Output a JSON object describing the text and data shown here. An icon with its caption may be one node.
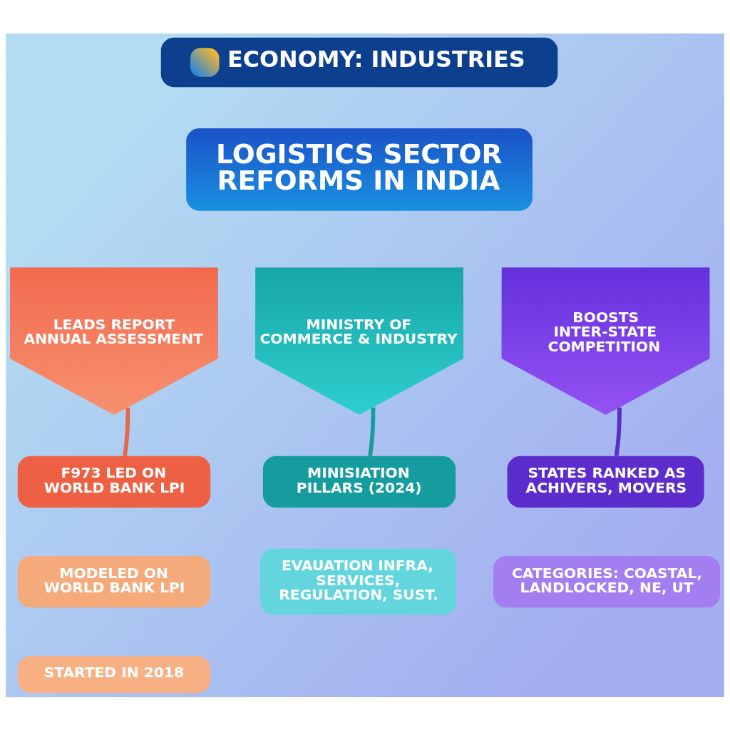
{
  "diagram": {
    "nodes": [
      {
        "text": [
          "ECONOMY: INDUSTRIES"
        ]
      },
      {
        "text": [
          "LOGISTICS SECTOR REFORMS IN INDIA"
        ]
      },
      {
        "text": [
          "LEADS REPORT ANNUAL ASSESSMENT"
        ]
      },
      {
        "text": [
          "F973 LED ON WORLD BANK LPI"
        ]
      },
      {
        "text": [
          "MODELED ON WORLD BANK LPI"
        ]
      },
      {
        "text": [
          "STARTED IN 2018"
        ]
      },
      {
        "text": [
          "MINISTRY OF COMMERCE & INDUSTRY"
        ]
      },
      {
        "text": [
          "MINISIATION PILLARS (2024)"
        ]
      },
      {
        "text": [
          "EVAUATION INFRA, SERVICES, REGULATION, SUST."
        ]
      },
      {
        "text": [
          "BOOSTS INTER-STATE COMPETITION"
        ]
      },
      {
        "text": [
          "STATES RANKED AS ACHIVERS, MOVERS"
        ]
      },
      {
        "text": [
          "CATEGORIES: COASTAL, LANDLOCKED, NE, UT"
        ]
      }
    ],
    "edges": [
      {
        "from": 2,
        "to": 3,
        "arrow": "none",
        "color": "#e8674a"
      },
      {
        "from": 6,
        "to": 7,
        "arrow": "none",
        "color": "#179c9c"
      },
      {
        "from": 9,
        "to": 10,
        "arrow": "none",
        "color": "#5a2fc8"
      }
    ]
  }
}
